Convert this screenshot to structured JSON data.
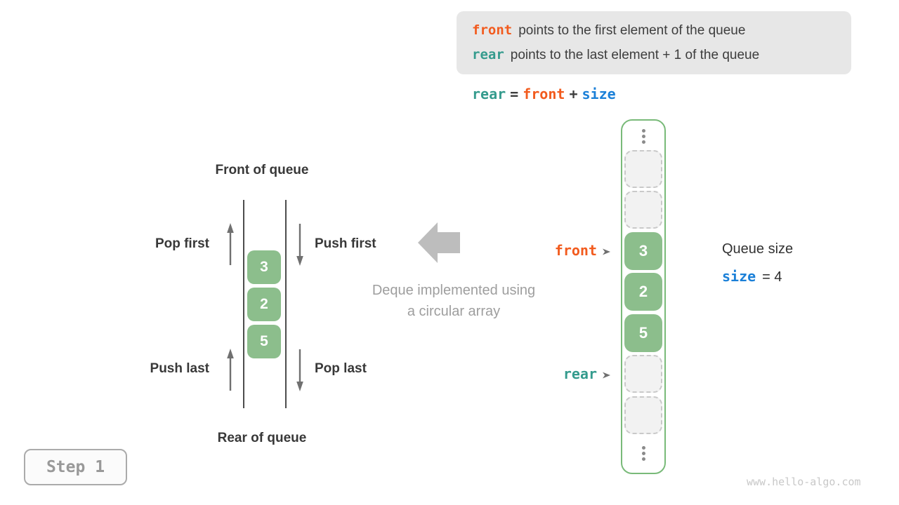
{
  "info_box": {
    "line1_keyword": "front",
    "line1_text": "points to the first element of the queue",
    "line2_keyword": "rear",
    "line2_text": "points to the last element + 1 of the queue"
  },
  "formula": {
    "lhs": "rear",
    "equals": "=",
    "mid": "front",
    "plus": "+",
    "rhs": "size"
  },
  "deque": {
    "front_heading": "Front of queue",
    "rear_heading": "Rear of queue",
    "pop_first_label": "Pop first",
    "push_first_label": "Push first",
    "push_last_label": "Push last",
    "pop_last_label": "Pop last",
    "items": [
      "3",
      "2",
      "5"
    ],
    "caption_line1": "Deque implemented using",
    "caption_line2": "a circular array"
  },
  "array": {
    "front_pointer": "front",
    "rear_pointer": "rear",
    "cells": [
      {
        "type": "ellipsis"
      },
      {
        "type": "empty"
      },
      {
        "type": "empty"
      },
      {
        "type": "filled",
        "value": "3"
      },
      {
        "type": "filled",
        "value": "2"
      },
      {
        "type": "filled",
        "value": "5"
      },
      {
        "type": "empty"
      },
      {
        "type": "empty"
      },
      {
        "type": "ellipsis"
      }
    ]
  },
  "queue_size": {
    "label": "Queue size",
    "variable": "size",
    "equation_rest": "=  4"
  },
  "step": {
    "label": "Step 1"
  },
  "watermark": "www.hello-algo.com",
  "colors": {
    "front_orange": "#f25b1e",
    "rear_teal": "#349b8d",
    "size_blue": "#1b80d8",
    "cell_green": "#8cbe8c",
    "array_border_green": "#79ba79",
    "info_box_bg": "#e7e7e7",
    "muted_gray": "#9e9e9e"
  }
}
